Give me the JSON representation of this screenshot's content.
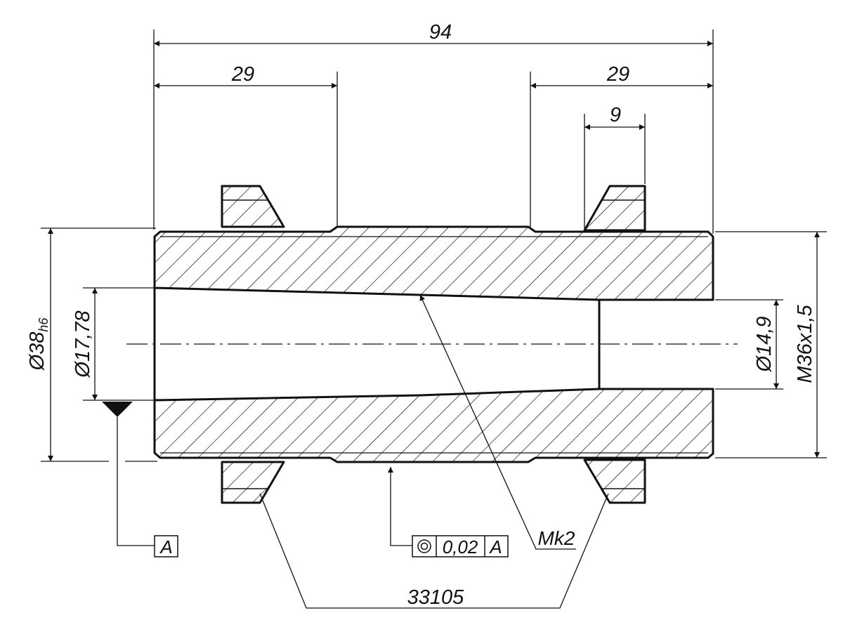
{
  "drawing": {
    "dimensions": {
      "overall_length": "94",
      "left_section_length": "29",
      "right_section_length": "29",
      "nut_width": "9",
      "outer_diameter": "Ø38",
      "outer_diameter_tolerance": "h6",
      "taper_bore_diameter": "Ø17,78",
      "bore_diameter": "Ø14,9",
      "thread_spec": "M36x1,5"
    },
    "labels": {
      "taper_label": "Mk2",
      "part_number": "33105"
    },
    "datum": {
      "letter": "A"
    },
    "tolerance_frame": {
      "symbol": "concentricity",
      "value": "0,02",
      "datum": "A"
    }
  }
}
